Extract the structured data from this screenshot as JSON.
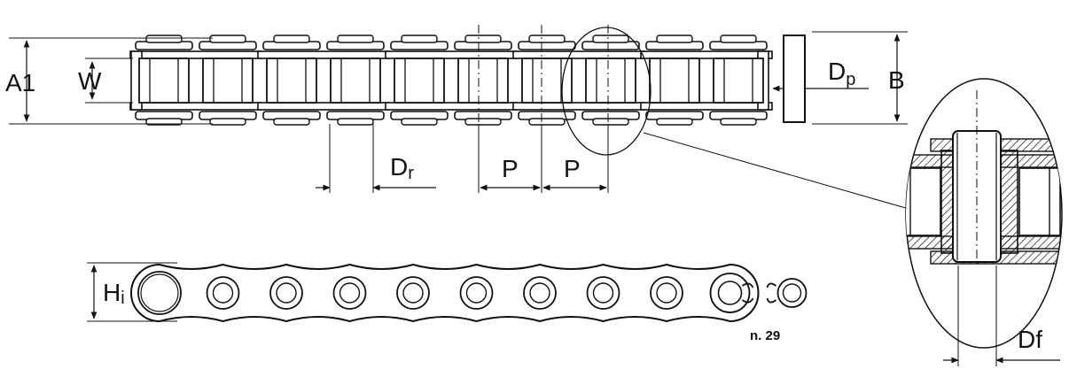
{
  "labels": {
    "a1": "A1",
    "w": "W",
    "b": "B",
    "dp_main": "D",
    "dp_sub": "p",
    "dr_main": "D",
    "dr_sub": "r",
    "p_left": "P",
    "p_right": "P",
    "hi_main": "H",
    "hi_sub": "i",
    "df": "Df",
    "figure_no": "n. 29"
  },
  "chain": {
    "top_view_roller_count": 10,
    "side_view_roller_count": 10,
    "side_view_pin_count": 1
  },
  "colors": {
    "line": "#111111",
    "background": "#ffffff"
  }
}
